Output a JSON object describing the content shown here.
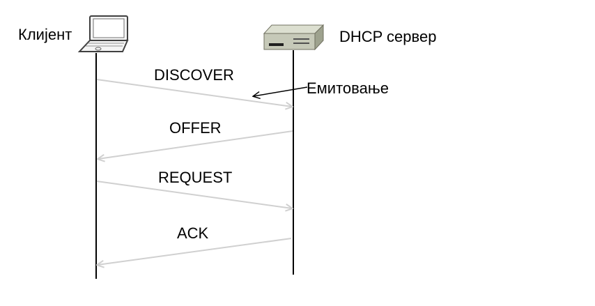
{
  "participants": {
    "client": {
      "label": "Клијент",
      "icon": "laptop-icon"
    },
    "server": {
      "label": "DHCP сервер",
      "icon": "server-icon"
    }
  },
  "messages": [
    {
      "label": "DISCOVER",
      "from": "client",
      "to": "server"
    },
    {
      "label": "OFFER",
      "from": "server",
      "to": "client"
    },
    {
      "label": "REQUEST",
      "from": "client",
      "to": "server"
    },
    {
      "label": "ACK",
      "from": "server",
      "to": "client"
    }
  ],
  "annotation": {
    "label": "Емитовање",
    "target_message": "DISCOVER"
  },
  "colors": {
    "lifeline": "#000000",
    "message_arrow": "#d0d0d0",
    "annotation_arrow": "#000000",
    "server_body": "#c6c9b8",
    "server_top": "#dcdfd0",
    "laptop_outline": "#404040"
  }
}
